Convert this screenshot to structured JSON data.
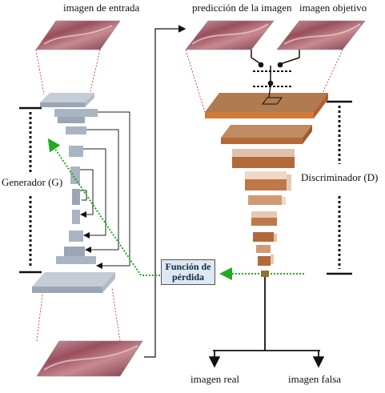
{
  "labels": {
    "input_image": "imagen de entrada",
    "predicted_image": "predicción de la imagen",
    "target_image": "imagen objetivo",
    "generator": "Generador (G)",
    "discriminator": "Discriminador (D)",
    "loss_line1": "Función de",
    "loss_line2": "pérdida",
    "real_image": "imagen real",
    "fake_image": "imagen falsa"
  },
  "colors": {
    "generator_block": "#aab4c2",
    "discriminator_block": "#c07848",
    "loss_arrow": "#22aa22",
    "projection_line": "#cc2222",
    "tissue_image": "#a8606c"
  }
}
